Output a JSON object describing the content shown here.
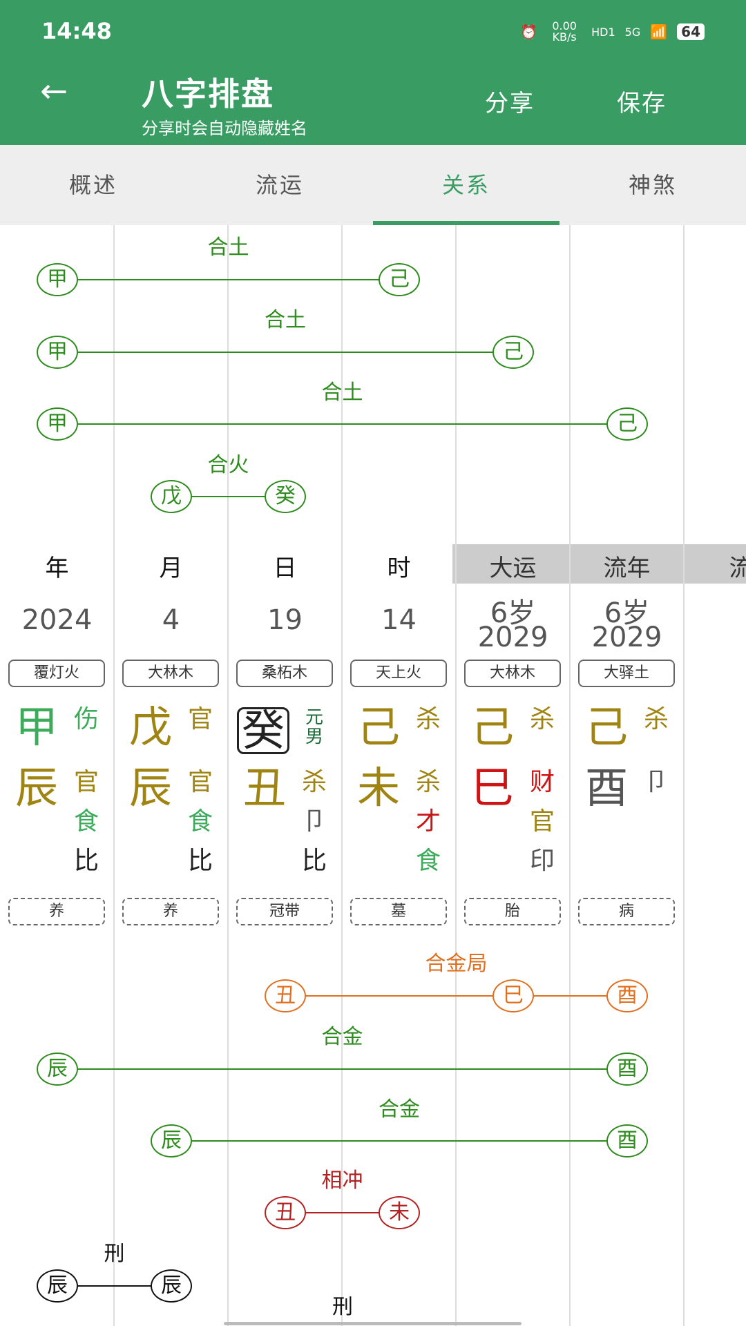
{
  "status_bar": {
    "time": "14:48",
    "net_speed": "0.00 KB/s",
    "hd": "HD1",
    "signal": "5G",
    "battery": "64"
  },
  "header": {
    "back_icon": "arrow-left-icon",
    "title": "八字排盘",
    "subtitle": "分享时会自动隐藏姓名",
    "share": "分享",
    "save": "保存"
  },
  "tabs": [
    {
      "label": "概述"
    },
    {
      "label": "流运"
    },
    {
      "label": "关系",
      "active": true
    },
    {
      "label": "神煞"
    }
  ],
  "colors": {
    "header": "#399c63",
    "green": "#2e8b1e",
    "olive": "#a08412",
    "red": "#cc1414",
    "orange": "#e07020",
    "darkred": "#b22222"
  },
  "top_relations": [
    {
      "label": "合土",
      "color": "#2e8b1e",
      "nodes": [
        {
          "col": 0,
          "char": "甲"
        },
        {
          "col": 3,
          "char": "己"
        }
      ]
    },
    {
      "label": "合土",
      "color": "#2e8b1e",
      "nodes": [
        {
          "col": 0,
          "char": "甲"
        },
        {
          "col": 4,
          "char": "己"
        }
      ]
    },
    {
      "label": "合土",
      "color": "#2e8b1e",
      "nodes": [
        {
          "col": 0,
          "char": "甲"
        },
        {
          "col": 5,
          "char": "己"
        }
      ]
    },
    {
      "label": "合火",
      "color": "#2e8b1e",
      "nodes": [
        {
          "col": 1,
          "char": "戊"
        },
        {
          "col": 2,
          "char": "癸"
        }
      ]
    }
  ],
  "bottom_relations": [
    {
      "label": "合金局",
      "color": "#e07020",
      "nodes": [
        {
          "col": 2,
          "char": "丑"
        },
        {
          "col": 4,
          "char": "巳"
        },
        {
          "col": 5,
          "char": "酉"
        }
      ]
    },
    {
      "label": "合金",
      "color": "#2e8b1e",
      "nodes": [
        {
          "col": 0,
          "char": "辰"
        },
        {
          "col": 5,
          "char": "酉"
        }
      ]
    },
    {
      "label": "合金",
      "color": "#2e8b1e",
      "nodes": [
        {
          "col": 1,
          "char": "辰"
        },
        {
          "col": 5,
          "char": "酉"
        }
      ]
    },
    {
      "label": "相冲",
      "color": "#b22222",
      "nodes": [
        {
          "col": 2,
          "char": "丑"
        },
        {
          "col": 3,
          "char": "未"
        }
      ]
    },
    {
      "label": "刑",
      "color": "#111111",
      "nodes": [
        {
          "col": 0,
          "char": "辰"
        },
        {
          "col": 1,
          "char": "辰"
        }
      ]
    },
    {
      "label": "刑",
      "color": "#111111",
      "nodes": []
    }
  ],
  "pillars": [
    {
      "head": "年",
      "num": "2024",
      "nayin": "覆灯火",
      "stage": "养",
      "stem": {
        "char": "甲",
        "color": "#3cab5a"
      },
      "stem_god": {
        "char": "伤",
        "color": "#3cab5a"
      },
      "branch": {
        "char": "辰",
        "color": "#a08412"
      },
      "hidden": [
        {
          "char": "官",
          "color": "#a08412"
        },
        {
          "char": "食",
          "color": "#3cab5a"
        },
        {
          "char": "比",
          "color": "#222222"
        }
      ]
    },
    {
      "head": "月",
      "num": "4",
      "nayin": "大林木",
      "stage": "养",
      "stem": {
        "char": "戊",
        "color": "#a08412"
      },
      "stem_god": {
        "char": "官",
        "color": "#a08412"
      },
      "branch": {
        "char": "辰",
        "color": "#a08412"
      },
      "hidden": [
        {
          "char": "官",
          "color": "#a08412"
        },
        {
          "char": "食",
          "color": "#3cab5a"
        },
        {
          "char": "比",
          "color": "#222222"
        }
      ]
    },
    {
      "head": "日",
      "num": "19",
      "nayin": "桑柘木",
      "stage": "冠带",
      "stem": {
        "char": "癸",
        "color": "#222222",
        "boxed": true
      },
      "day_master": "元男",
      "branch": {
        "char": "丑",
        "color": "#a08412"
      },
      "hidden": [
        {
          "char": "杀",
          "color": "#a08412"
        },
        {
          "char": "卩",
          "color": "#555555"
        },
        {
          "char": "比",
          "color": "#222222"
        }
      ]
    },
    {
      "head": "时",
      "num": "14",
      "nayin": "天上火",
      "stage": "墓",
      "stem": {
        "char": "己",
        "color": "#a08412"
      },
      "stem_god": {
        "char": "杀",
        "color": "#a08412"
      },
      "branch": {
        "char": "未",
        "color": "#a08412"
      },
      "hidden": [
        {
          "char": "杀",
          "color": "#a08412"
        },
        {
          "char": "才",
          "color": "#cc1414"
        },
        {
          "char": "食",
          "color": "#3cab5a"
        }
      ]
    },
    {
      "head": "大运",
      "age": "6岁",
      "num": "2029",
      "nayin": "大林木",
      "stage": "胎",
      "stem": {
        "char": "己",
        "color": "#a08412"
      },
      "stem_god": {
        "char": "杀",
        "color": "#a08412"
      },
      "branch": {
        "char": "巳",
        "color": "#cc1414"
      },
      "hidden": [
        {
          "char": "财",
          "color": "#cc1414"
        },
        {
          "char": "官",
          "color": "#a08412"
        },
        {
          "char": "印",
          "color": "#555555"
        }
      ]
    },
    {
      "head": "流年",
      "age": "6岁",
      "num": "2029",
      "nayin": "大驿土",
      "stage": "病",
      "stem": {
        "char": "己",
        "color": "#a08412"
      },
      "stem_god": {
        "char": "杀",
        "color": "#a08412"
      },
      "branch": {
        "char": "酉",
        "color": "#555555"
      },
      "hidden": [
        {
          "char": "卩",
          "color": "#555555"
        }
      ]
    },
    {
      "head": "流"
    }
  ]
}
